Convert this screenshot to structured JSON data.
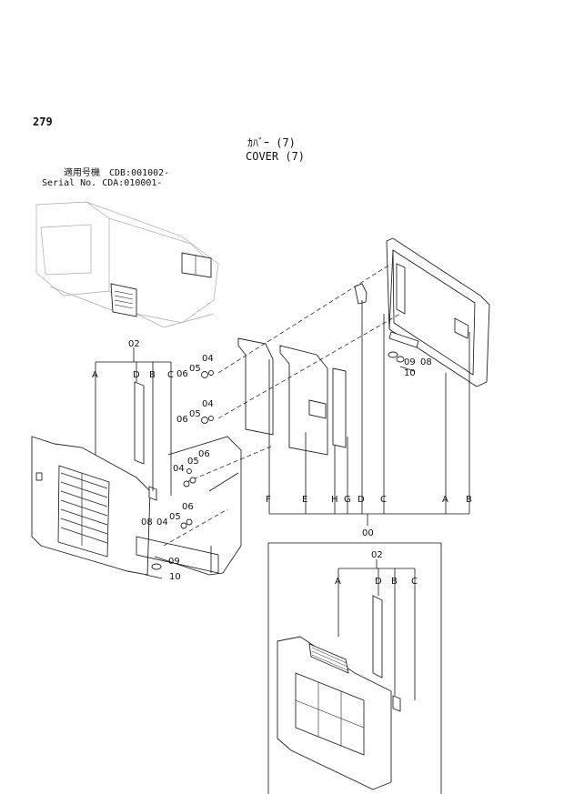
{
  "page_number": "279",
  "title": {
    "japanese": "ｶﾊﾞｰ (7)",
    "english": "COVER (7)"
  },
  "serial": {
    "japanese": "適用号機　CDB:001002-",
    "english": "Serial No. CDA:010001-"
  },
  "callouts": {
    "top_group": "02",
    "top_letters": [
      "A",
      "D",
      "B",
      "C"
    ],
    "bottom_group": "00",
    "bottom_letters": [
      "F",
      "E",
      "H",
      "G",
      "D",
      "C",
      "A",
      "B"
    ],
    "inset_group": "02",
    "inset_letters": [
      "A",
      "D",
      "B",
      "C"
    ],
    "parts": [
      "04",
      "05",
      "06",
      "08",
      "09",
      "10"
    ]
  }
}
